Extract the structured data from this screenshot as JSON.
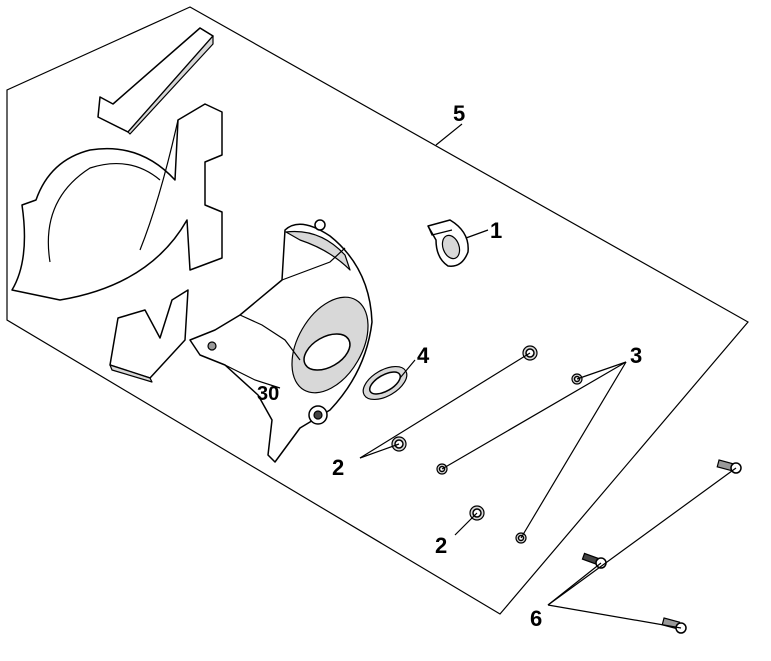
{
  "diagram": {
    "callouts": [
      {
        "id": "part-1",
        "label": "1"
      },
      {
        "id": "part-2-upper",
        "label": "2"
      },
      {
        "id": "part-2-lower",
        "label": "2"
      },
      {
        "id": "part-3",
        "label": "3"
      },
      {
        "id": "part-4",
        "label": "4"
      },
      {
        "id": "part-5",
        "label": "5"
      },
      {
        "id": "part-6",
        "label": "6"
      }
    ],
    "figure_label": "30"
  }
}
